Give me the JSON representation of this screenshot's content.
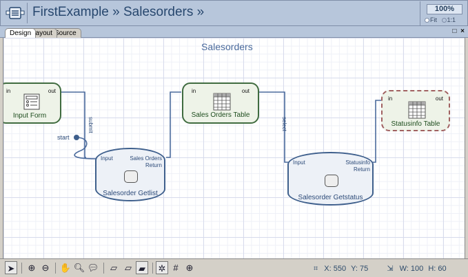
{
  "header": {
    "title": "FirstExample » Salesorders »",
    "icon": "module-icon",
    "zoom_level": "100%",
    "zoom_options": [
      {
        "label": "Fit",
        "selected": true
      },
      {
        "label": "1:1",
        "selected": false
      }
    ]
  },
  "tabs": [
    {
      "label": "Design",
      "active": true
    },
    {
      "label": "Layout",
      "active": false
    },
    {
      "label": "Source",
      "active": false
    }
  ],
  "window_buttons": {
    "maximize": "□",
    "close": "×"
  },
  "canvas": {
    "title": "Salesorders",
    "start_label": "start",
    "nodes": {
      "input_form": {
        "label": "Input Form",
        "in": "in",
        "out": "out"
      },
      "sales_orders_table": {
        "label": "Sales Orders Table",
        "in": "in",
        "out": "out"
      },
      "statusinfo_table": {
        "label": "Statusinfo Table",
        "in": "in",
        "out": "out"
      },
      "getlist": {
        "label": "Salesorder Getlist",
        "input": "Input",
        "out1": "Sales Orders",
        "out2": "Return"
      },
      "getstatus": {
        "label": "Salesorder Getstatus",
        "input": "Input",
        "out1": "Statusinfo",
        "out2": "Return"
      }
    },
    "edges": {
      "submit": "submit",
      "select": "select"
    }
  },
  "toolbar": {
    "tools": [
      "select-pointer",
      "zoom-in",
      "zoom-out",
      "pan-hand",
      "zoom-lens",
      "comment",
      "layer-1",
      "layer-2",
      "layer-3",
      "snap",
      "grid",
      "target"
    ]
  },
  "status": {
    "x_label": "X:",
    "x": "550",
    "y_label": "Y:",
    "y": "75",
    "w_label": "W:",
    "w": "100",
    "h_label": "H:",
    "h": "60"
  }
}
